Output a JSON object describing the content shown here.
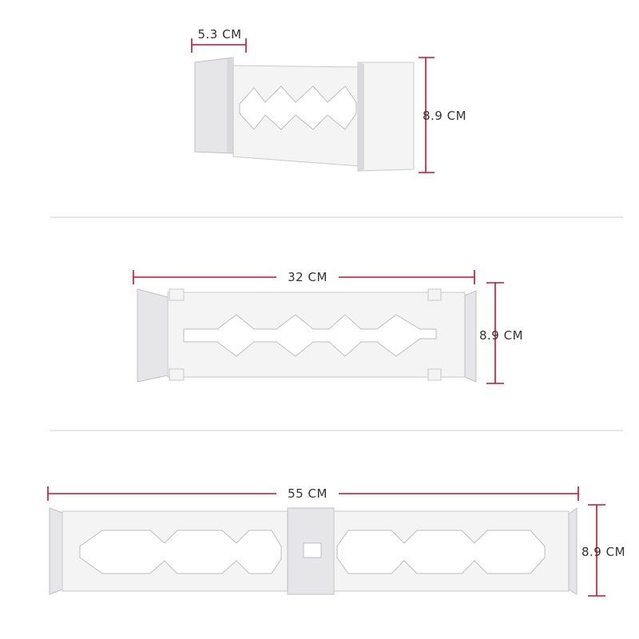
{
  "theme": {
    "dimension_color": "#c8102e",
    "text_color": "#333333",
    "divider_color": "#cfcfcf"
  },
  "views": [
    {
      "id": "collapsed",
      "width_label": "5.3 CM",
      "height_label": "8.9 CM"
    },
    {
      "id": "medium",
      "width_label": "32 CM",
      "height_label": "8.9 CM"
    },
    {
      "id": "extended",
      "width_label": "55 CM",
      "height_label": "8.9 CM"
    }
  ]
}
